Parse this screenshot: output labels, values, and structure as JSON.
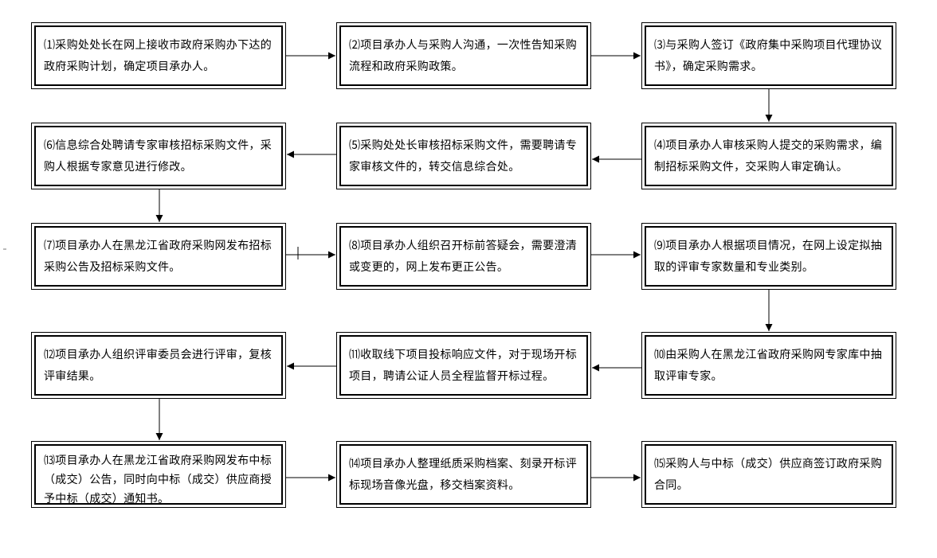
{
  "steps": [
    {
      "id": 1,
      "text": "⑴采购处处长在网上接收市政府采购办下达的政府采购计划，确定项目承办人。"
    },
    {
      "id": 2,
      "text": "⑵项目承办人与采购人沟通，一次性告知采购流程和政府采购政策。"
    },
    {
      "id": 3,
      "text": "⑶与采购人签订《政府集中采购项目代理协议书》，确定采购需求。"
    },
    {
      "id": 4,
      "text": "⑷项目承办人审核采购人提交的采购需求，编制招标采购文件，交采购人审定确认。"
    },
    {
      "id": 5,
      "text": "⑸采购处处长审核招标采购文件，需要聘请专家审核文件的，转交信息综合处。"
    },
    {
      "id": 6,
      "text": "⑹信息综合处聘请专家审核招标采购文件，采购人根据专家意见进行修改。"
    },
    {
      "id": 7,
      "text": "⑺项目承办人在黑龙江省政府采购网发布招标采购公告及招标采购文件。"
    },
    {
      "id": 8,
      "text": "⑻项目承办人组织召开标前答疑会，需要澄清或变更的，网上发布更正公告。"
    },
    {
      "id": 9,
      "text": "⑼项目承办人根据项目情况，在网上设定拟抽取的评审专家数量和专业类别。"
    },
    {
      "id": 10,
      "text": "⑽由采购人在黑龙江省政府采购网专家库中抽取评审专家。"
    },
    {
      "id": 11,
      "text": "⑾收取线下项目投标响应文件，对于现场开标项目，聘请公证人员全程监督开标过程。"
    },
    {
      "id": 12,
      "text": "⑿项目承办人组织评审委员会进行评审，复核评审结果。"
    },
    {
      "id": 13,
      "text": "⒀项目承办人在黑龙江省政府采购网发布中标（成交）公告，同时向中标（成交）供应商授予中标（成交）通知书。"
    },
    {
      "id": 14,
      "text": "⒁项目承办人整理纸质采购档案、刻录开标评标现场音像光盘，移交档案资料。"
    },
    {
      "id": 15,
      "text": "⒂采购人与中标（成交）供应商签订政府采购合同。"
    }
  ]
}
